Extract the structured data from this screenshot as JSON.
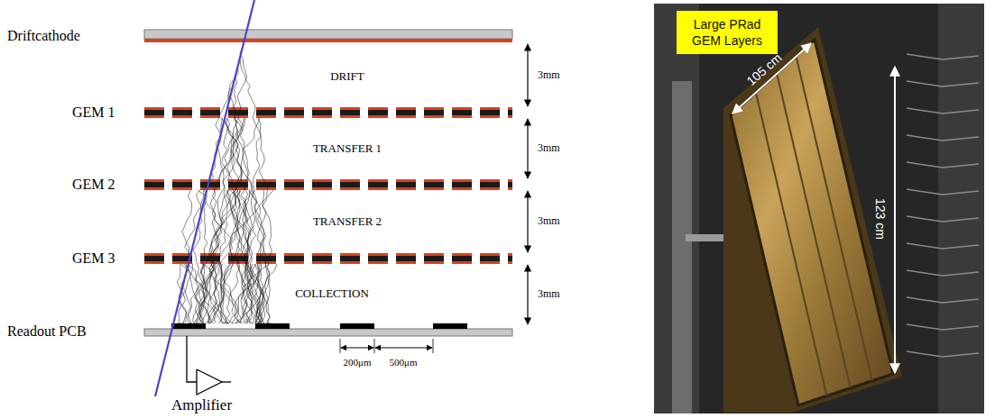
{
  "diagram": {
    "nodes": [
      {
        "text": [
          "Large PRad GEM Layers"
        ]
      }
    ],
    "labels": [
      "Driftcathode",
      "DRIFT",
      "3mm",
      "GEM 1",
      "TRANSFER 1",
      "3mm",
      "GEM 2",
      "TRANSFER 2",
      "3mm",
      "GEM 3",
      "COLLECTION",
      "3mm",
      "Readout PCB",
      "200μm",
      "500μm",
      "Amplifier",
      "105 cm",
      "123 cm"
    ]
  }
}
